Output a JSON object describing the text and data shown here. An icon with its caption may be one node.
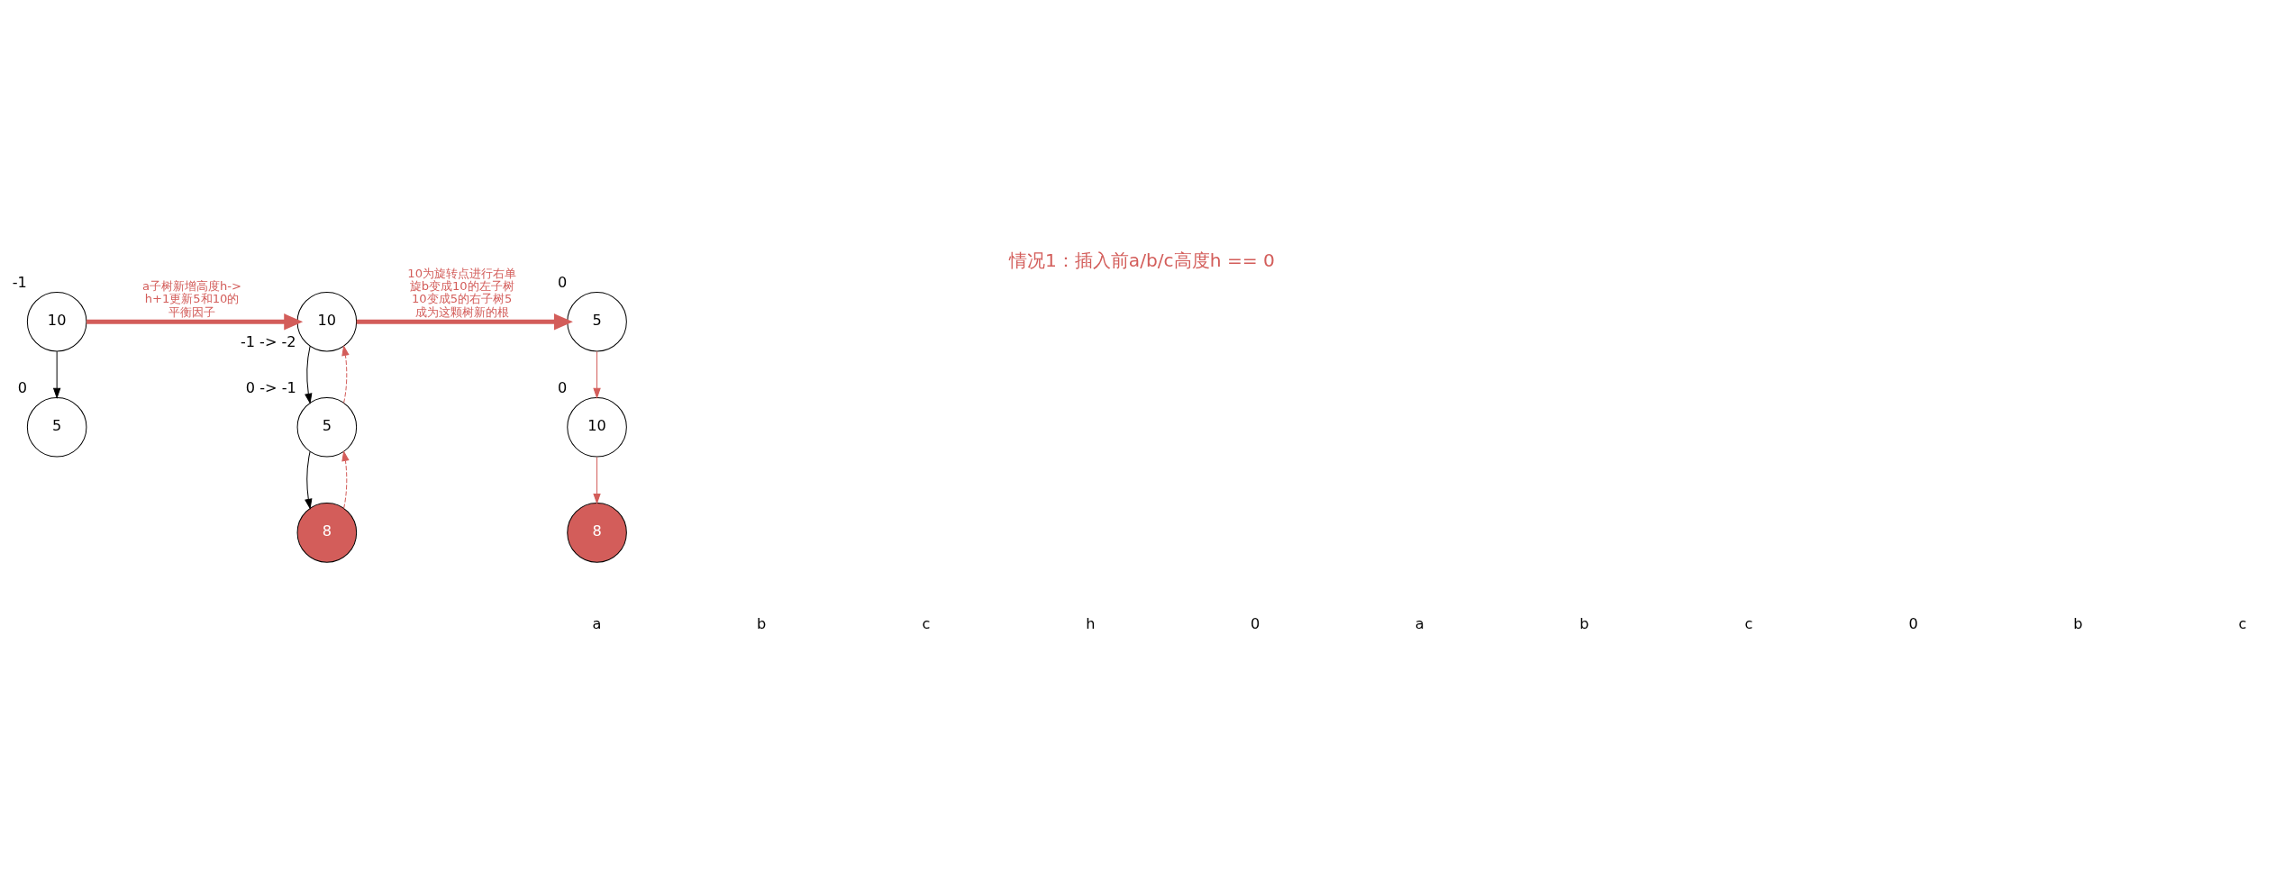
{
  "diagram": {
    "title": "情况1：插入前a/b/c高度h == 0",
    "nodes": [
      {
        "text": [
          "10"
        ],
        "beside": [
          "-1"
        ]
      },
      {
        "text": [
          "5"
        ],
        "beside": [
          "0"
        ]
      },
      {
        "text": [
          "10"
        ],
        "beside": [
          "-1 -> -2"
        ]
      },
      {
        "text": [
          "5"
        ],
        "beside": [
          "0 -> -1"
        ]
      },
      {
        "text": [
          "8"
        ]
      },
      {
        "text": [
          "5"
        ],
        "beside": [
          "0"
        ]
      },
      {
        "text": [
          "10"
        ],
        "beside": [
          "0"
        ]
      },
      {
        "text": [
          "8"
        ]
      }
    ],
    "edges": [
      {
        "from": 0,
        "to": 1,
        "arrow": "to",
        "color": "#000000"
      },
      {
        "from": 0,
        "to": 2,
        "arrow": "to",
        "style": "thick",
        "color": "#d35d5a",
        "label": "a子树新增高度h->h+1更新5和10的平衡因子"
      },
      {
        "from": 2,
        "to": 3,
        "arrow": "to",
        "color": "#000000"
      },
      {
        "from": 3,
        "to": 2,
        "arrow": "to",
        "style": "dashed",
        "color": "#d35d5a"
      },
      {
        "from": 3,
        "to": 4,
        "arrow": "to",
        "color": "#000000"
      },
      {
        "from": 4,
        "to": 3,
        "arrow": "to",
        "style": "dashed",
        "color": "#d35d5a"
      },
      {
        "from": 2,
        "to": 5,
        "arrow": "to",
        "style": "thick",
        "color": "#d35d5a",
        "label": "10为旋转点进行右单旋b变成10的左子树10变成5的右子树5成为这颗树新的根"
      },
      {
        "from": 5,
        "to": 6,
        "arrow": "to",
        "color": "#d35d5a"
      },
      {
        "from": 6,
        "to": 7,
        "arrow": "to",
        "color": "#d35d5a"
      }
    ],
    "labels": [
      "a",
      "b",
      "c",
      "h",
      "0",
      "a",
      "b",
      "c",
      "0",
      "b",
      "c"
    ]
  }
}
